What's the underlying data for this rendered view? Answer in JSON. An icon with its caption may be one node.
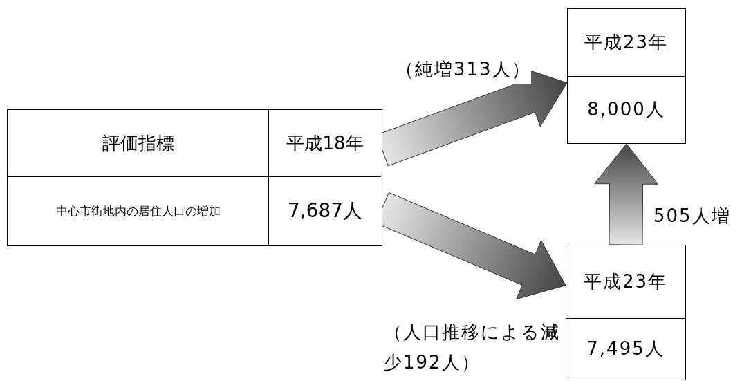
{
  "diagram": {
    "nodes": [
      {
        "text": [
          "評価指標",
          "平成18年",
          "中心市街地内の居住人口の増加",
          "7,687人"
        ]
      },
      {
        "text": [
          "平成23年",
          "8,000人"
        ]
      },
      {
        "text": [
          "平成23年",
          "7,495人"
        ]
      }
    ],
    "edges": [
      {
        "from": 0,
        "to": 1,
        "arrow": "to",
        "label": "（純増313人）"
      },
      {
        "from": 0,
        "to": 2,
        "arrow": "to",
        "label": "（人口推移による減少192人）"
      },
      {
        "from": 2,
        "to": 1,
        "arrow": "to",
        "label": "505人増"
      }
    ]
  }
}
